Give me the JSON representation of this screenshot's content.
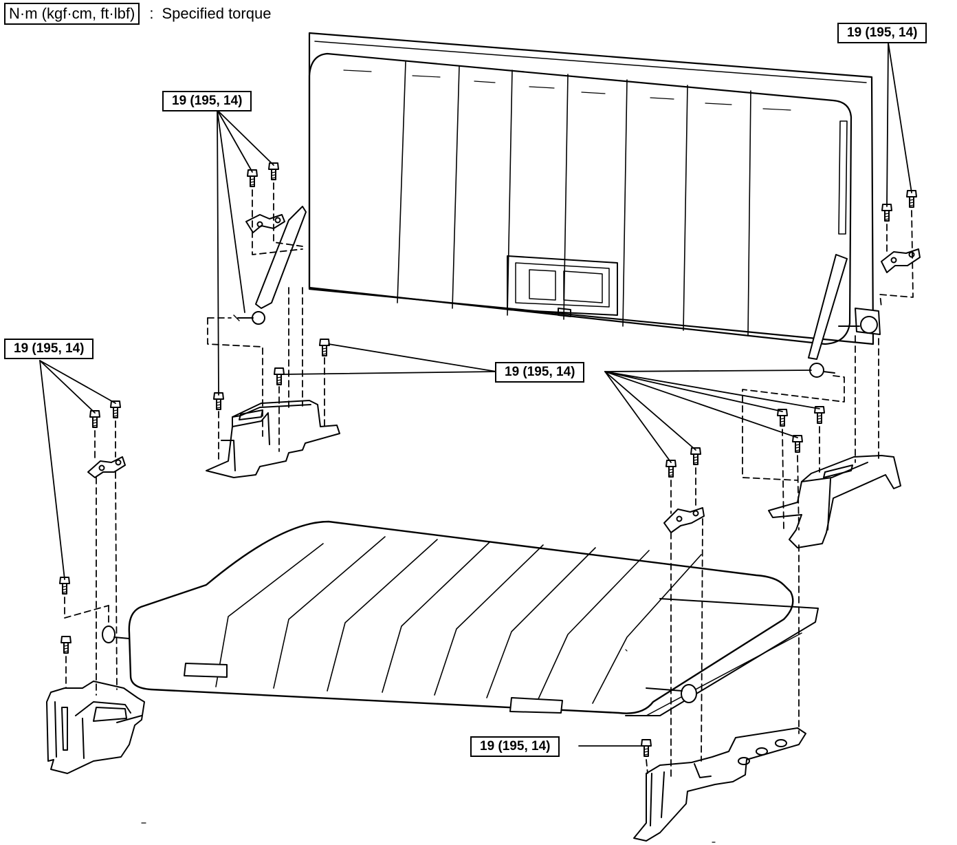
{
  "legend": {
    "unit_box": "N·m (kgf·cm, ft·lbf)",
    "separator": ":",
    "description": "Specified torque"
  },
  "torque_labels": [
    "19 (195, 14)",
    "19 (195, 14)",
    "19 (195, 14)",
    "19 (195, 14)",
    "19 (195, 14)"
  ],
  "parts": {
    "seatback": "seatback-assembly",
    "seat_cushion": "seat-cushion-assembly",
    "brackets": [
      "left-rear-leg-bracket",
      "right-rear-leg-bracket",
      "left-front-leg-bracket",
      "right-front-leg-bracket"
    ],
    "hinges": [
      "left-upper-hinge",
      "right-upper-hinge",
      "left-cushion-hinge",
      "right-cushion-hinge"
    ]
  }
}
